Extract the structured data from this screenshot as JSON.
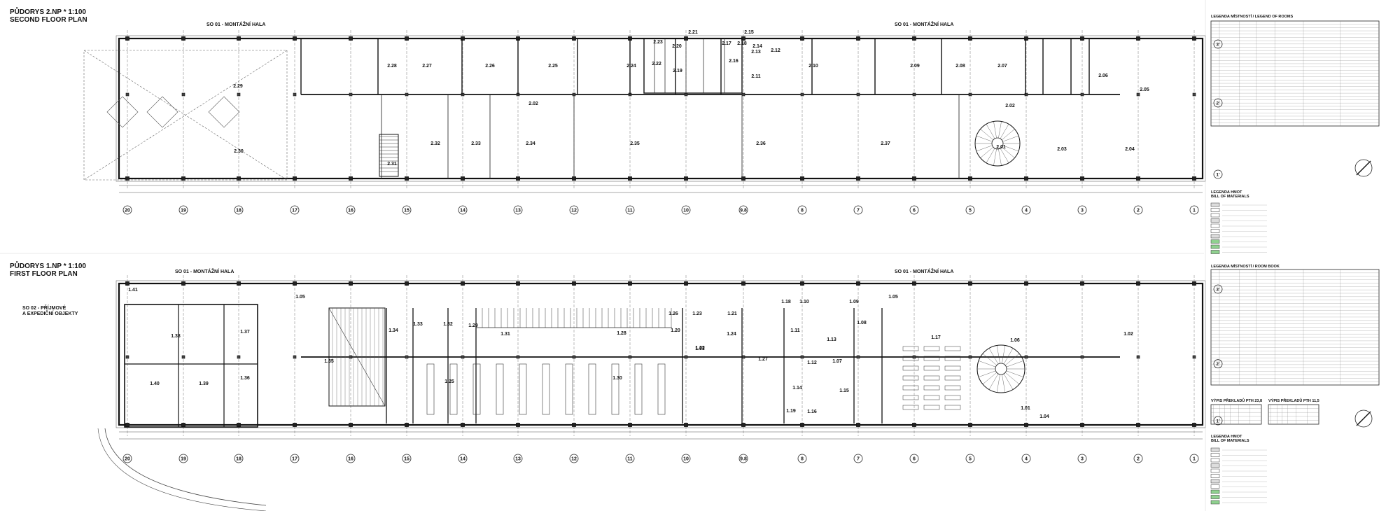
{
  "titles": {
    "second": {
      "line1": "PŮDORYS 2.NP  * 1:100",
      "line2": "SECOND FLOOR PLAN"
    },
    "first": {
      "line1": "PŮDORYS 1.NP  * 1:100",
      "line2": "FIRST FLOOR PLAN"
    }
  },
  "halls": {
    "upper_left": "SO 01 - MONTÁŽNÍ HALA",
    "upper_right": "SO 01 - MONTÁŽNÍ HALA",
    "lower_left": "SO 01 - MONTÁŽNÍ HALA",
    "lower_right": "SO 01 - MONTÁŽNÍ HALA",
    "so02_line1": "SO 02 - PŘÍJMOVÉ",
    "so02_line2": "A EXPEDIČNÍ OBJEKTY"
  },
  "legends": {
    "rooms_upper": "LEGENDA MÍSTNOSTÍ / LEGEND OF ROOMS",
    "bom_upper_1": "LEGENDA HMOT",
    "bom_upper_2": "BILL OF MATERIALS",
    "rooms_lower": "LEGENDA MÍSTNOSTÍ / ROOM BOOK",
    "lintels_a": "VÝPIS PŘEKLADŮ PTH 23,8",
    "lintels_b": "VÝPIS PŘEKLADŮ PTH 11,5",
    "bom_lower_1": "LEGENDA HMOT",
    "bom_lower_2": "BILL OF MATERIALS"
  },
  "axes": [
    "20",
    "19",
    "18",
    "17",
    "16",
    "15",
    "14",
    "13",
    "12",
    "11",
    "10",
    "9.8",
    "8",
    "7",
    "6",
    "5",
    "4",
    "3",
    "2",
    "1"
  ],
  "row_axes": [
    "3'",
    "2'",
    "1'"
  ],
  "rooms_second": [
    "2.29",
    "2.28",
    "2.27",
    "2.26",
    "2.25",
    "2.24",
    "2.23",
    "2.22",
    "2.21",
    "2.20",
    "2.19",
    "2.18",
    "2.17",
    "2.16",
    "2.15",
    "2.14",
    "2.13",
    "2.12",
    "2.11",
    "2.10",
    "2.09",
    "2.08",
    "2.07",
    "2.06",
    "2.05",
    "2.02",
    "2.02",
    "2.30",
    "2.31",
    "2.32",
    "2.33",
    "2.34",
    "2.35",
    "2.36",
    "2.37",
    "2.01",
    "2.03",
    "2.04"
  ],
  "rooms_first": [
    "1.05",
    "1.05",
    "1.41",
    "1.38",
    "1.37",
    "1.40",
    "1.39",
    "1.36",
    "1.35",
    "1.34",
    "1.33",
    "1.32",
    "1.29",
    "1.31",
    "1.28",
    "1.26",
    "1.23",
    "1.21",
    "1.20",
    "1.24",
    "1.22",
    "1.25",
    "1.30",
    "1.27",
    "1.19",
    "1.18",
    "1.10",
    "1.11",
    "1.09",
    "1.08",
    "1.13",
    "1.07",
    "1.12",
    "1.15",
    "1.14",
    "1.16",
    "1.17",
    "1.06",
    "1.02",
    "1.01",
    "1.04",
    "1.03"
  ]
}
